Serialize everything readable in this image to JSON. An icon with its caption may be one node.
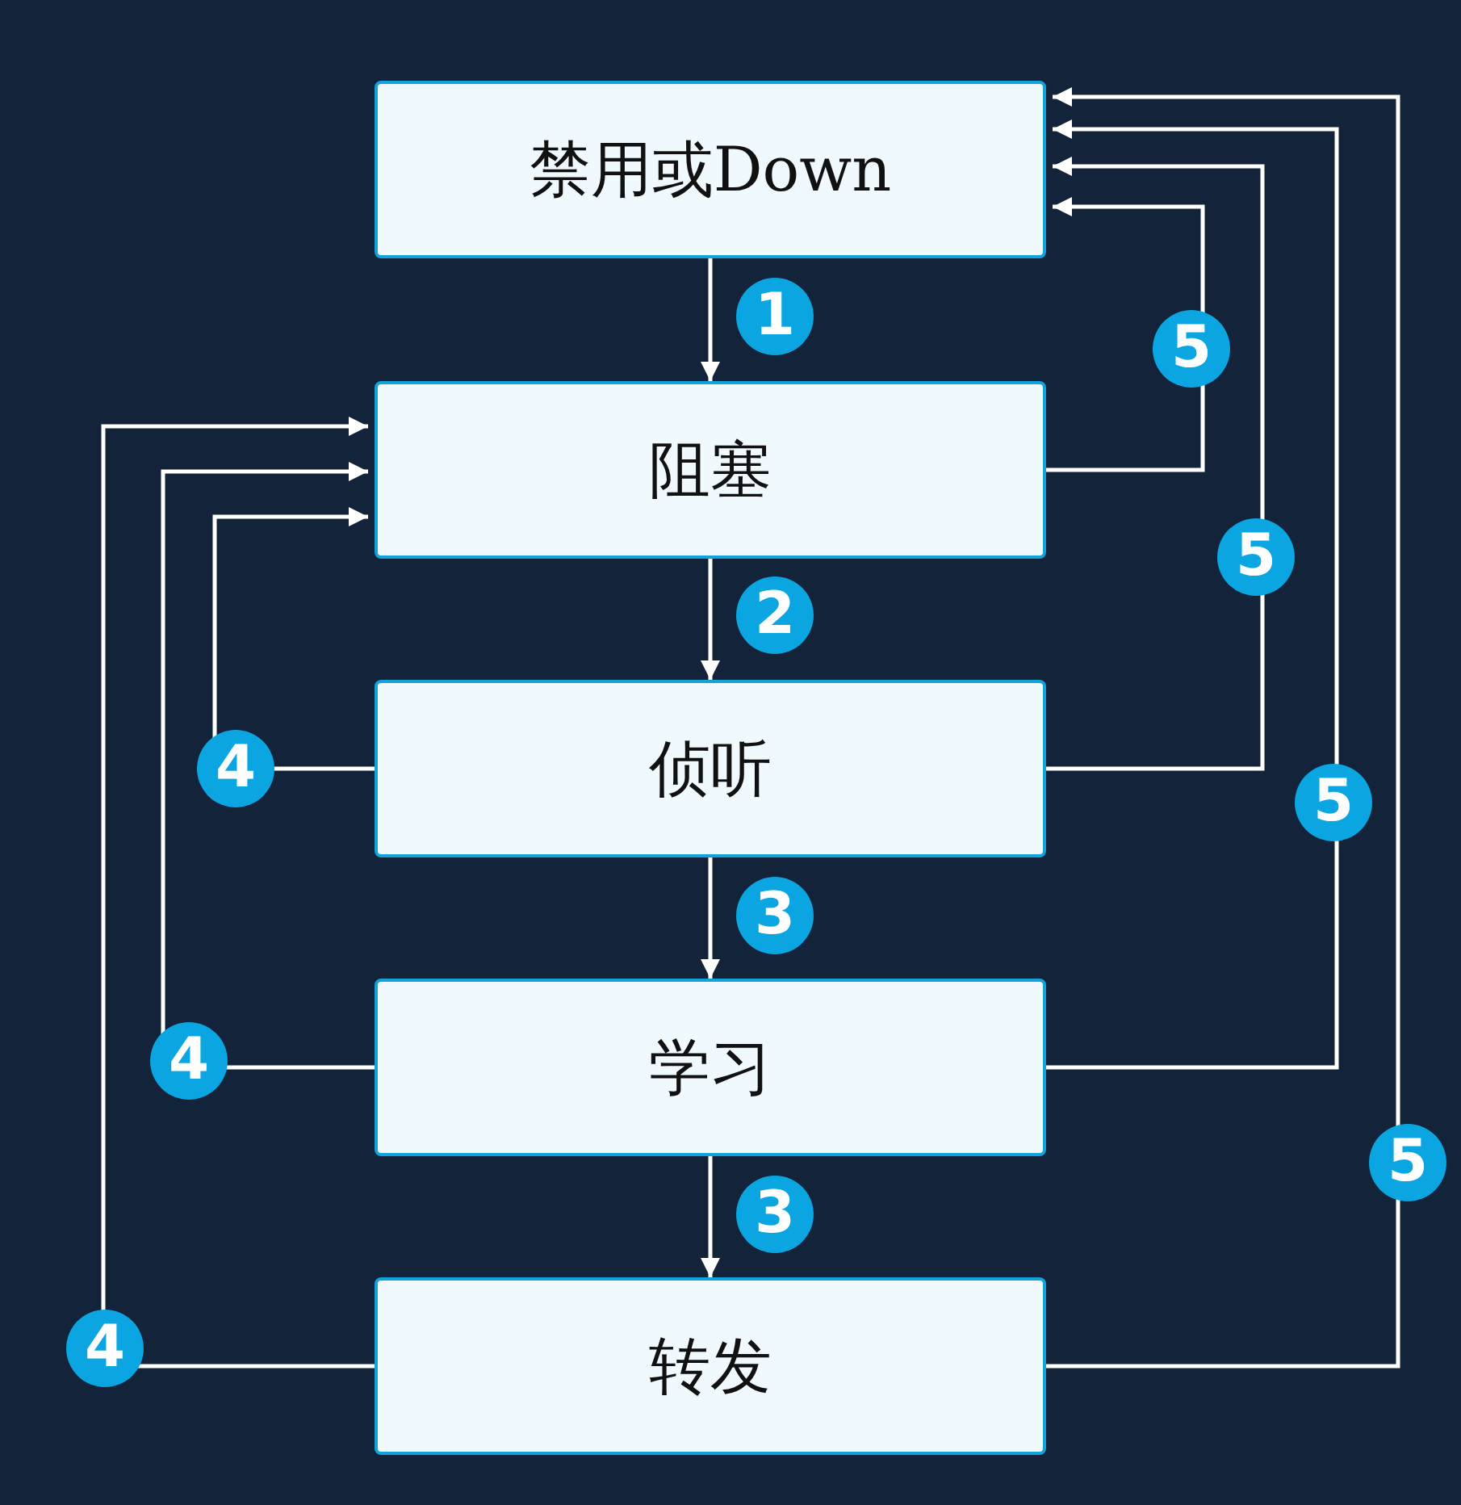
{
  "diagram": {
    "nodes": [
      {
        "text": [
          "禁用或Down"
        ]
      },
      {
        "text": [
          "阻塞"
        ]
      },
      {
        "text": [
          "侦听"
        ]
      },
      {
        "text": [
          "学习"
        ]
      },
      {
        "text": [
          "转发"
        ]
      }
    ],
    "edges": [
      {
        "from": 0,
        "to": 1,
        "arrow": "to",
        "label": "1"
      },
      {
        "from": 1,
        "to": 2,
        "arrow": "to",
        "label": "2"
      },
      {
        "from": 2,
        "to": 3,
        "arrow": "to",
        "label": "3"
      },
      {
        "from": 3,
        "to": 4,
        "arrow": "to",
        "label": "3"
      },
      {
        "from": 2,
        "to": 1,
        "arrow": "to",
        "label": "4"
      },
      {
        "from": 3,
        "to": 1,
        "arrow": "to",
        "label": "4"
      },
      {
        "from": 4,
        "to": 1,
        "arrow": "to",
        "label": "4"
      },
      {
        "from": 1,
        "to": 0,
        "arrow": "to",
        "label": "5"
      },
      {
        "from": 2,
        "to": 0,
        "arrow": "to",
        "label": "5"
      },
      {
        "from": 3,
        "to": 0,
        "arrow": "to",
        "label": "5"
      },
      {
        "from": 4,
        "to": 0,
        "arrow": "to",
        "label": "5"
      }
    ]
  }
}
